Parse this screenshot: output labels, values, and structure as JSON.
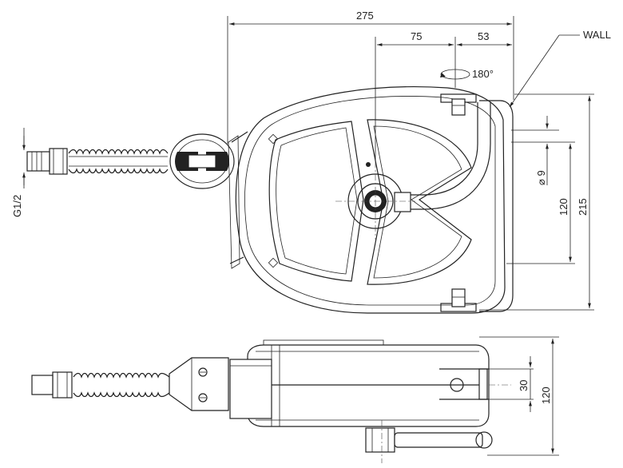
{
  "dimensions": {
    "overall_width": "275",
    "center_offset": "75",
    "bracket_offset": "53",
    "hole_diameter": "⌀ 9",
    "hole_spacing": "120",
    "total_height": "215",
    "side_depth": "120",
    "side_bracket": "30"
  },
  "labels": {
    "wall": "WALL",
    "rotation": "180°",
    "thread": "G1/2"
  }
}
